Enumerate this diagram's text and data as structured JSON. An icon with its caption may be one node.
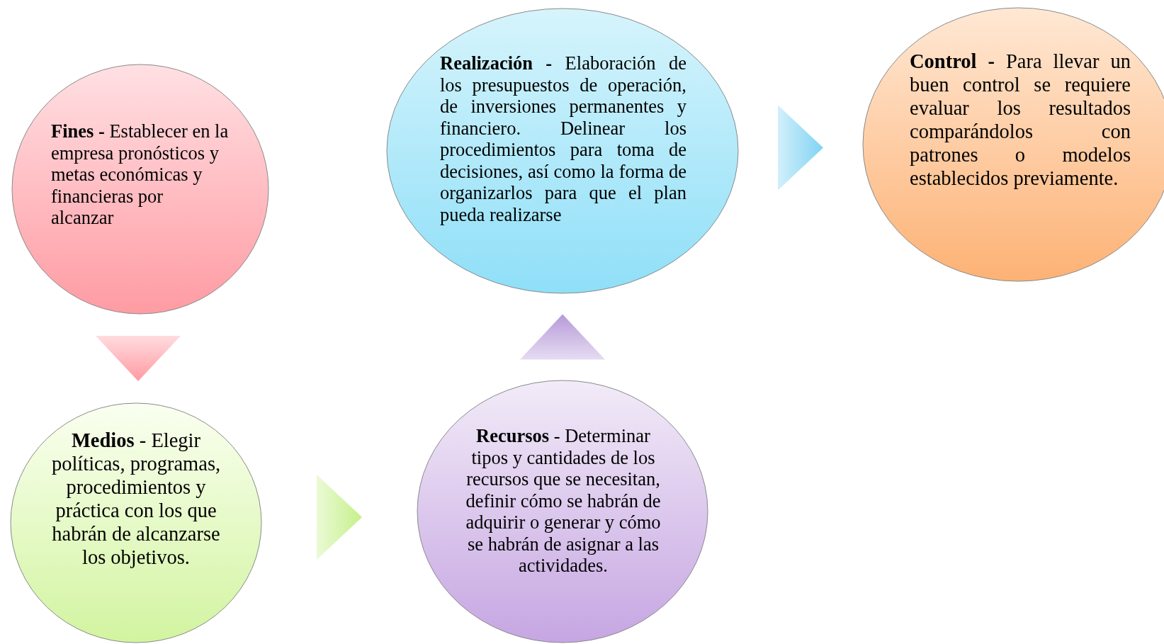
{
  "diagram": {
    "nodes": [
      {
        "text": [
          "**Fines -** Establecer en la empresa pronósticos y metas económicas y financieras por alcanzar"
        ]
      },
      {
        "text": [
          "**Medios** - Elegir políticas, programas, procedimientos y práctica con los que habrán de alcanzarse los objetivos."
        ]
      },
      {
        "text": [
          "**Recursos** - Determinar tipos y cantidades de los recursos que se necesitan, definir cómo se habrán de adquirir o generar y cómo se habrán de asignar a las actividades."
        ]
      },
      {
        "text": [
          "**Realización -** Elaboración de los presupuestos de operación, de inversiones permanentes y financiero. Delinear los procedimientos para toma de decisiones, así como la forma de organizarlos para que el plan pueda realizarse"
        ]
      },
      {
        "text": [
          "**Control -** Para llevar un buen control se requiere evaluar los resultados comparándolos con patrones o modelos establecidos previamente."
        ]
      }
    ],
    "edges": [
      {
        "from": 0,
        "to": 1,
        "arrow": "to",
        "color": "#ff9aa2"
      },
      {
        "from": 1,
        "to": 2,
        "arrow": "to",
        "color": "#c6f08a"
      },
      {
        "from": 2,
        "to": 3,
        "arrow": "to",
        "color": "#b79ad9"
      },
      {
        "from": 3,
        "to": 4,
        "arrow": "to",
        "color": "#7fd3f3"
      }
    ]
  }
}
